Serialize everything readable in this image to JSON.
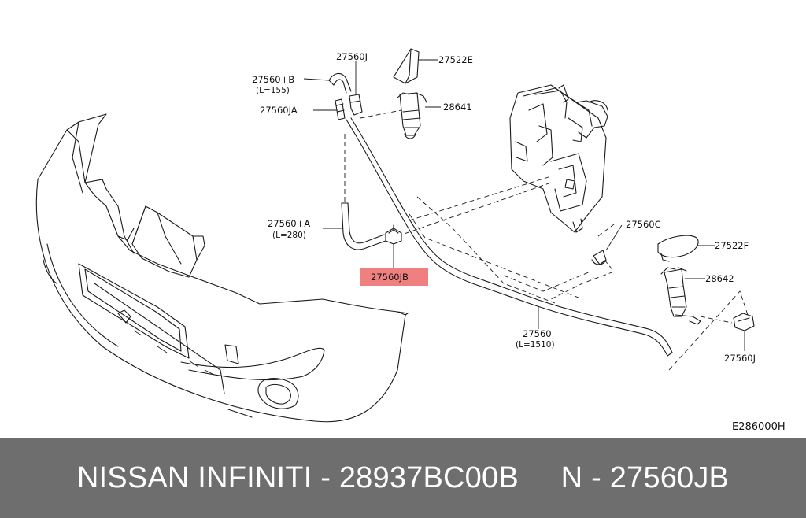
{
  "diagram": {
    "reference_code": "E286000H",
    "highlight_color": "#f08080",
    "callouts": {
      "p27560J_top": "27560J",
      "p27522E": "27522E",
      "p27560B": "27560+B",
      "p27560B_len": "(L=155)",
      "p27560JA": "27560JA",
      "p28641": "28641",
      "p27560A": "27560+A",
      "p27560A_len": "(L=280)",
      "p27560JB": "27560JB",
      "p27560C": "27560C",
      "p27522F": "27522F",
      "p28642": "28642",
      "p27560": "27560",
      "p27560_len": "(L=1510)",
      "p27560J_bottom": "27560J"
    }
  },
  "footer": {
    "text": "NISSAN INFINITI - 28937BC00B     N - 27560JB",
    "background": "#6e6e6e"
  }
}
